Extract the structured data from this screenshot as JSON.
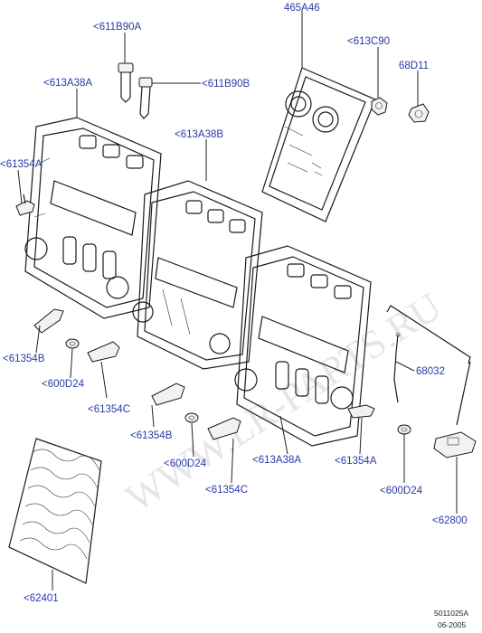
{
  "watermark": "WWW.LR-PARTS.RU",
  "labels": {
    "l_611B90A": "<611B90A",
    "l_465A46": "465A46",
    "l_613C90": "<613C90",
    "l_68D11": "68D11",
    "l_613A38A_top": "<613A38A",
    "l_611B90B": "<611B90B",
    "l_613A38B": "<613A38B",
    "l_61354A_left": "<61354A",
    "l_61354B_left": "<61354B",
    "l_600D24_left": "<600D24",
    "l_61354C_left": "<61354C",
    "l_68032": "68032",
    "l_61354B_mid": "<61354B",
    "l_600D24_mid": "<600D24",
    "l_613A38A_mid": "<613A38A",
    "l_61354A_right": "<61354A",
    "l_61354C_mid": "<61354C",
    "l_600D24_right": "<600D24",
    "l_62800": "<62800",
    "l_62401": "<62401"
  },
  "reference": {
    "code": "5011025A",
    "date": "06-2005"
  },
  "icons": [
    "seat-back-frame",
    "seat-panel",
    "headrest-guide",
    "nut",
    "bracket",
    "washer",
    "spring-mat",
    "release-cable",
    "handle"
  ]
}
